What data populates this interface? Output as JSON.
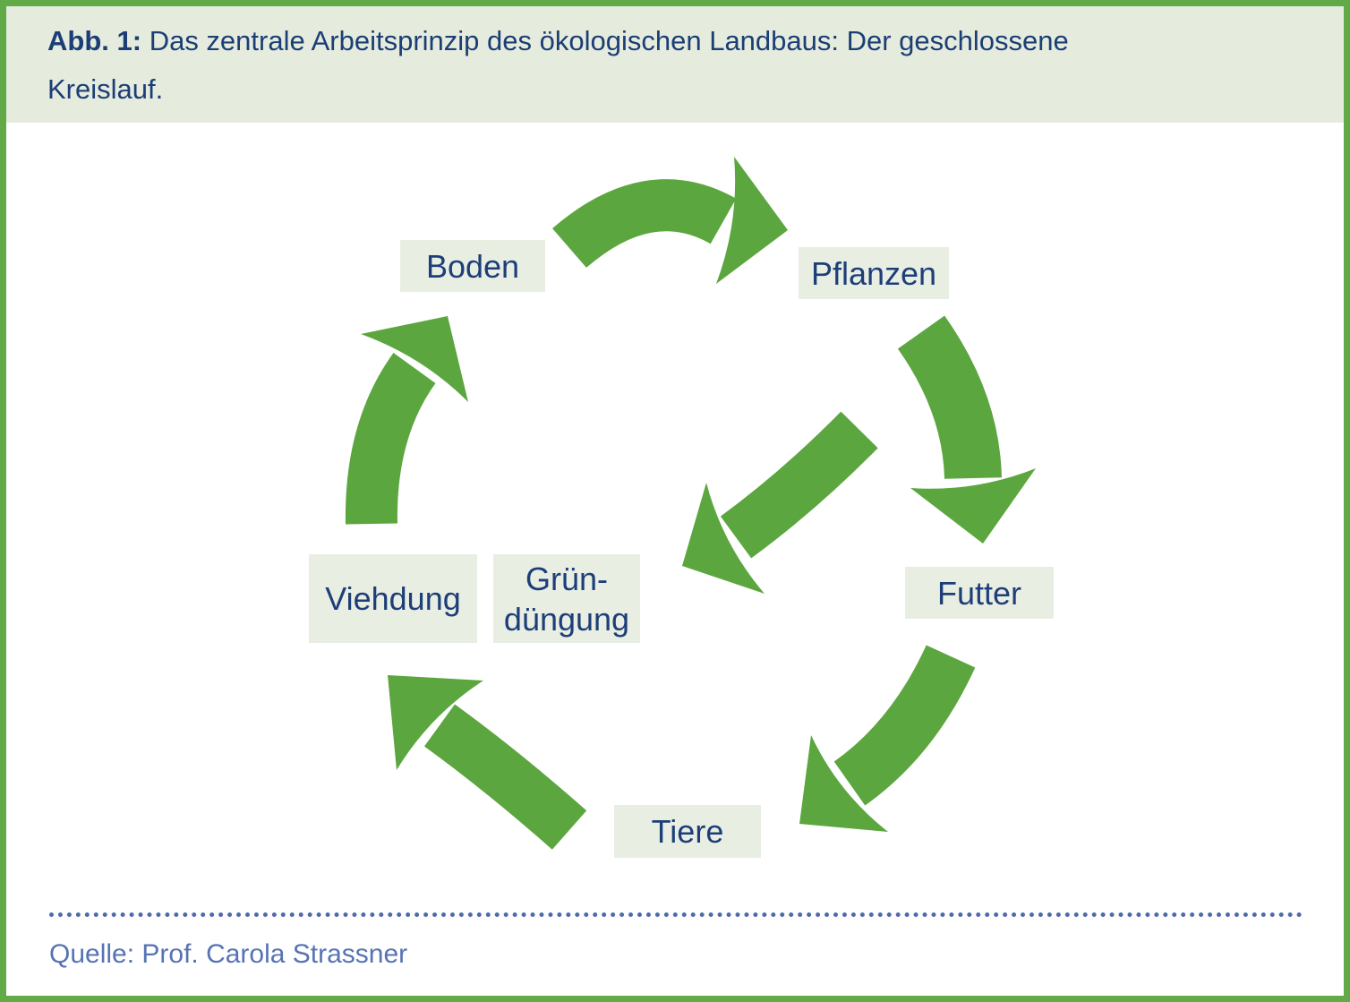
{
  "colors": {
    "border_green": "#62a948",
    "arrow_green": "#5ca63f",
    "header_bg": "#e6ecdd",
    "label_bg": "#e9eee3",
    "title_text": "#1b3e76",
    "label_text": "#1d3e79",
    "source_text": "#5773b5",
    "dots": "#4d6aac",
    "page_bg": "#ffffff"
  },
  "header": {
    "figure_label": "Abb. 1:",
    "title_line1": "Das zentrale Arbeitsprinzip des ökologischen Landbaus: Der geschlossene",
    "title_line2": "Kreislauf."
  },
  "diagram": {
    "type": "cycle",
    "nodes": {
      "boden": {
        "label": "Boden"
      },
      "pflanzen": {
        "label": "Pflanzen"
      },
      "futter": {
        "label": "Futter"
      },
      "tiere": {
        "label": "Tiere"
      },
      "viehdung": {
        "label": "Viehdung"
      },
      "gruenduengung": {
        "label": "Gründüngung",
        "line1": "Grün-",
        "line2": "düngung"
      }
    },
    "flows": [
      {
        "from": "Boden",
        "to": "Pflanzen"
      },
      {
        "from": "Pflanzen",
        "to": "Futter"
      },
      {
        "from": "Pflanzen",
        "to": "Gründüngung"
      },
      {
        "from": "Futter",
        "to": "Tiere"
      },
      {
        "from": "Tiere",
        "to": "Viehdung"
      },
      {
        "from": "Viehdung",
        "to": "Boden"
      }
    ]
  },
  "footer": {
    "source": "Quelle: Prof. Carola Strassner"
  }
}
